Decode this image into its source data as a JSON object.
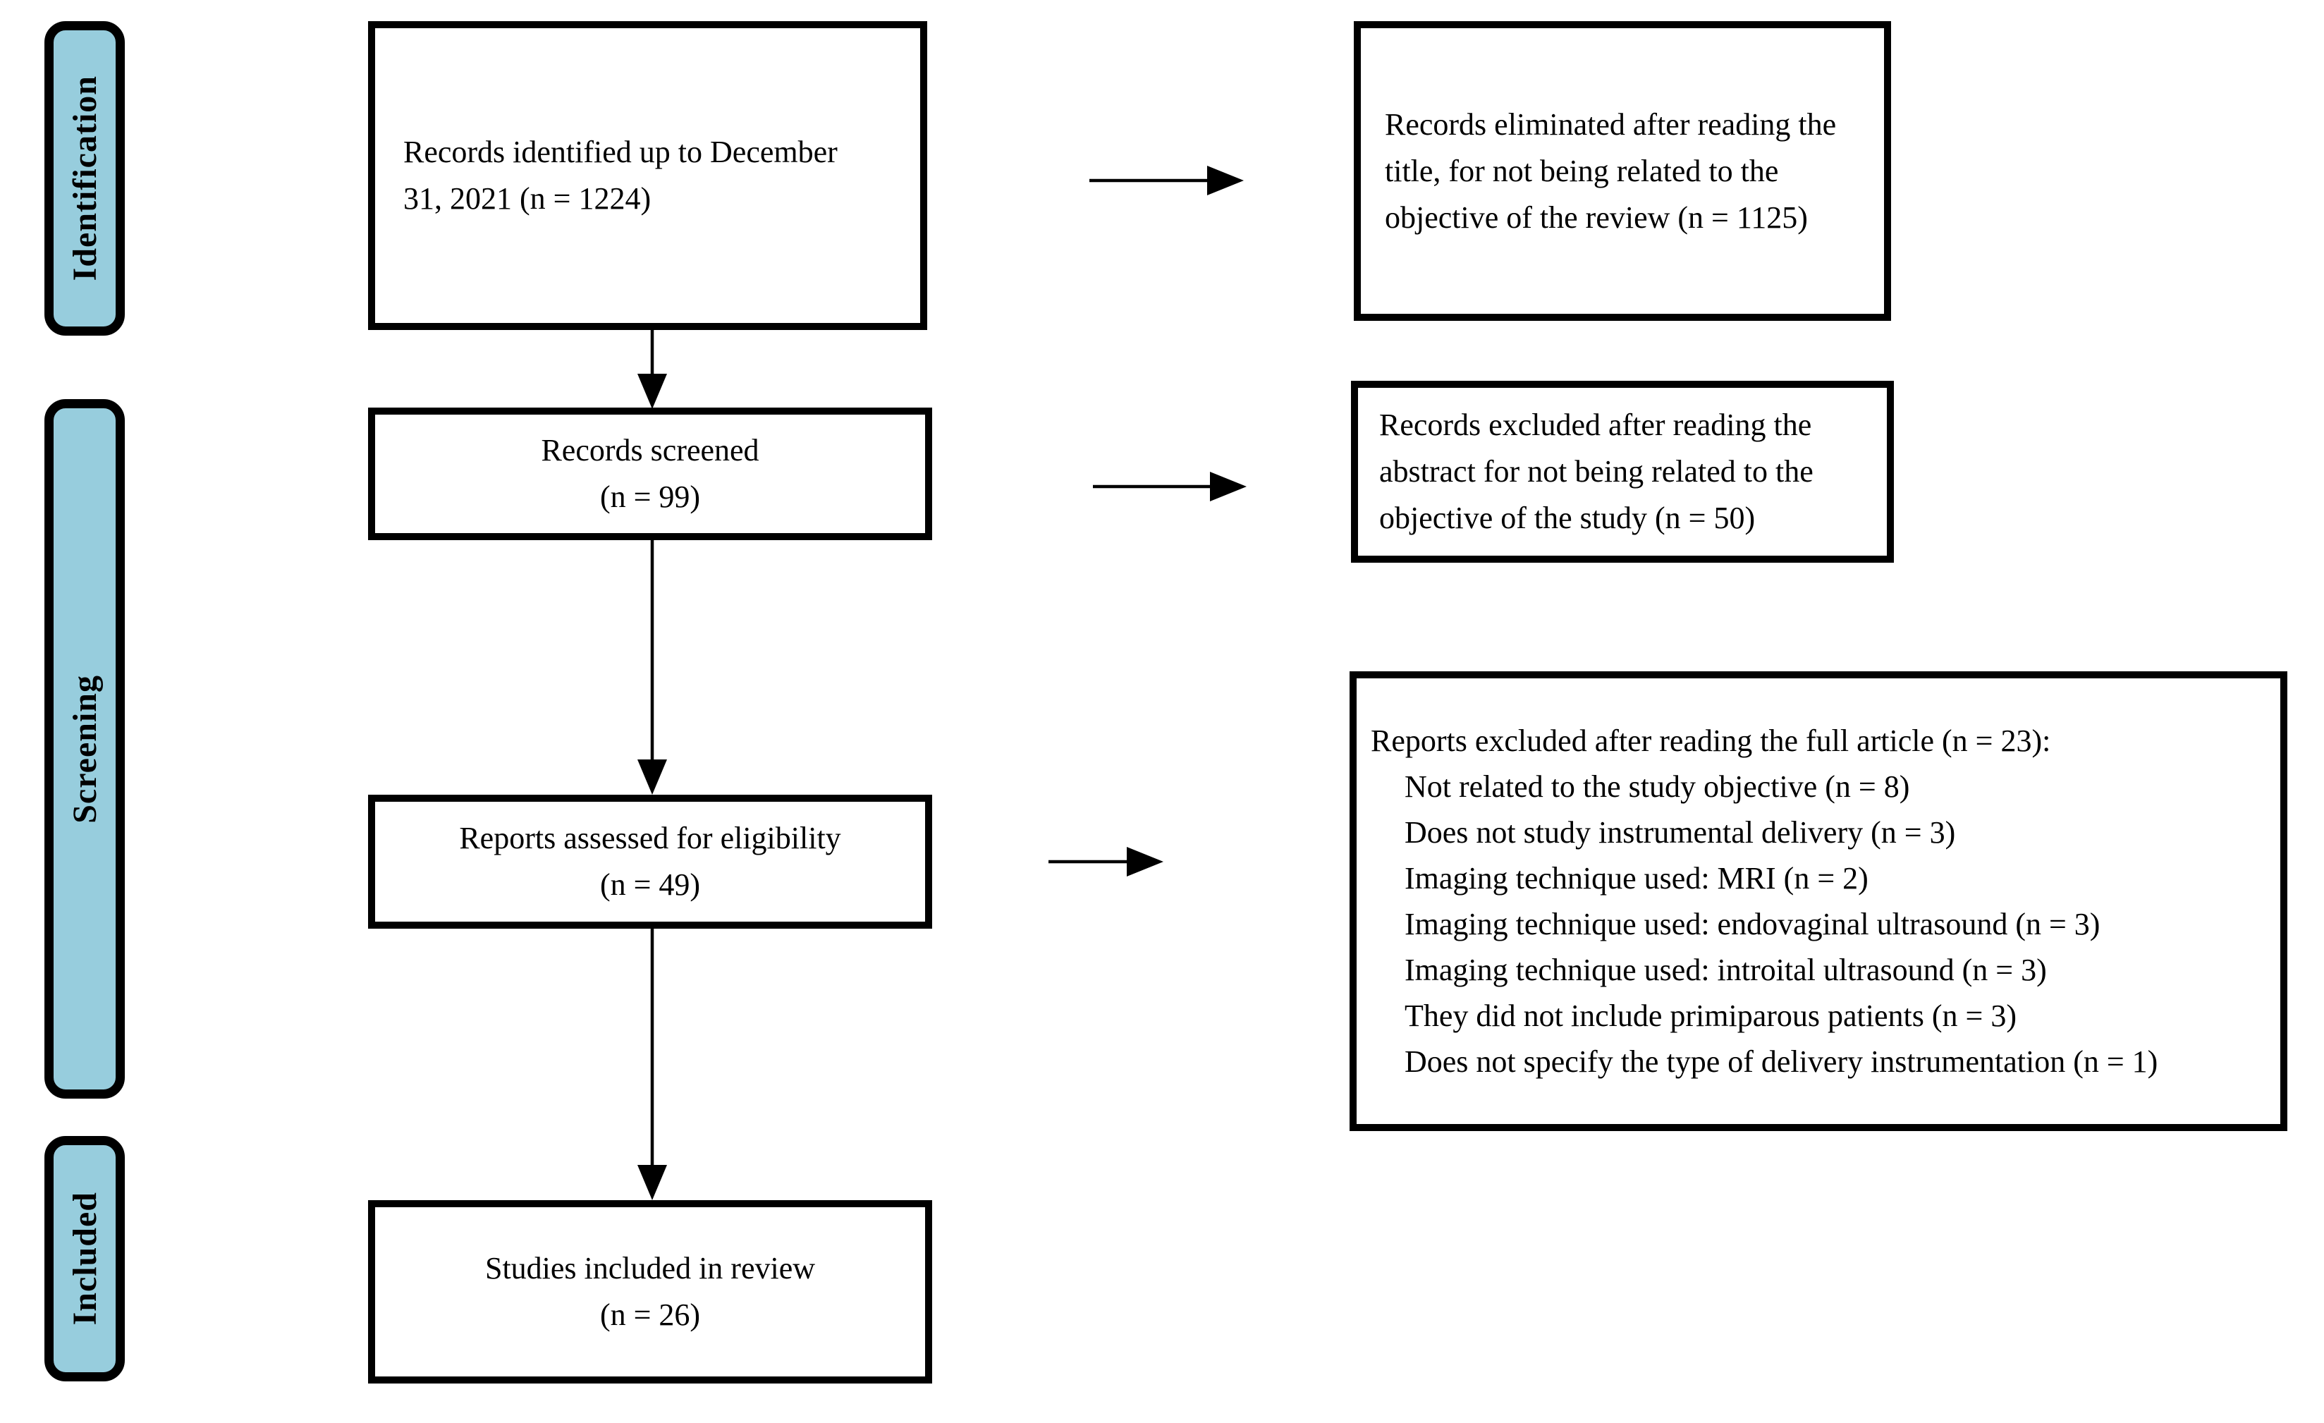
{
  "colors": {
    "stage_fill": "#97CDDD",
    "line": "#000000",
    "background": "#FFFFFF"
  },
  "stages": [
    {
      "label": "Identification"
    },
    {
      "label": "Screening"
    },
    {
      "label": "Included"
    }
  ],
  "flow": {
    "boxes": [
      {
        "lines": [
          "Records identified up to December",
          "31, 2021 (n = 1224)"
        ]
      },
      {
        "lines": [
          "Records screened",
          "(n = 99)"
        ]
      },
      {
        "lines": [
          "Reports assessed for eligibility",
          "(n = 49)"
        ]
      },
      {
        "lines": [
          "Studies included in review",
          "(n = 26)"
        ]
      }
    ]
  },
  "exclusions": {
    "boxes": [
      {
        "lines": [
          "Records eliminated after reading the",
          "title, for not being related to the",
          "objective of the review (n = 1125)"
        ]
      },
      {
        "lines": [
          "Records excluded after reading the",
          "abstract for not being related to the",
          "objective of the study (n = 50)"
        ]
      },
      {
        "header": "Reports excluded after reading the full article (n = 23):",
        "items": [
          "Not related to the study objective (n = 8)",
          "Does not study instrumental delivery (n = 3)",
          "Imaging technique used: MRI (n = 2)",
          "Imaging technique used: endovaginal ultrasound (n = 3)",
          "Imaging technique used: introital ultrasound (n = 3)",
          "They did not include primiparous patients (n = 3)",
          "Does not specify the type of delivery instrumentation (n = 1)"
        ]
      }
    ]
  }
}
